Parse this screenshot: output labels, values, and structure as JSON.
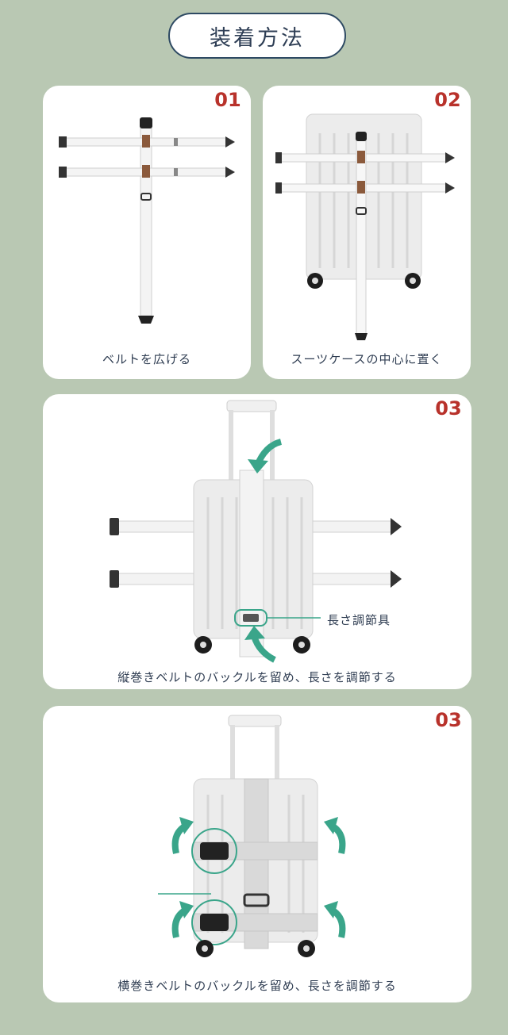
{
  "header": {
    "title": "装着方法"
  },
  "steps": [
    {
      "number": "01",
      "caption": "ベルトを広げる"
    },
    {
      "number": "02",
      "caption": "スーツケースの中心に置く"
    },
    {
      "number": "03",
      "caption": "縦巻きベルトのバックルを留め、長さを調節する",
      "callout": "長さ調節具"
    },
    {
      "number": "03",
      "caption": "横巻きベルトのバックルを留め、長さを調節する"
    }
  ],
  "colors": {
    "background": "#b9c8b3",
    "accent_number": "#b8322b",
    "arrow": "#3aa58a",
    "title_border": "#2e4a63"
  }
}
